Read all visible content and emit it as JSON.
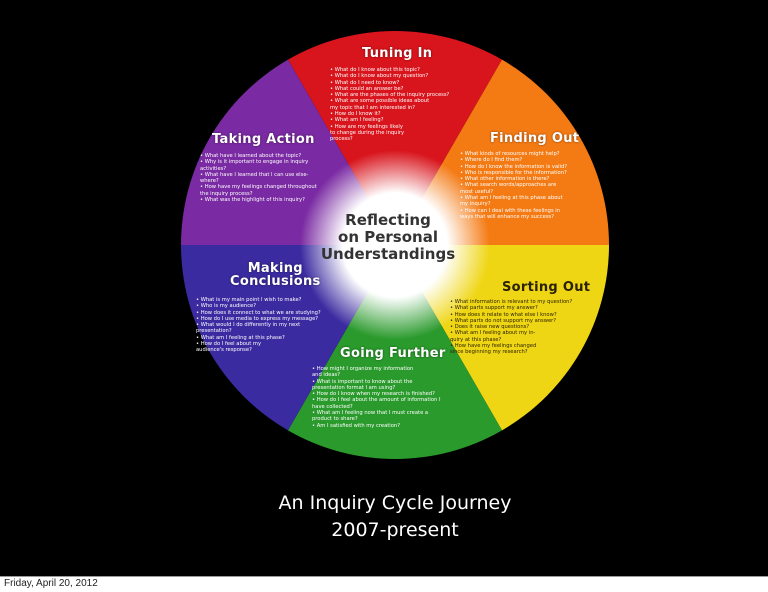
{
  "colors": {
    "tuning": "#d8141c",
    "finding": "#f47a14",
    "sorting": "#efd615",
    "going": "#2a9a2c",
    "making": "#3b2ba0",
    "taking": "#7a2aa2",
    "background": "#000000"
  },
  "center": {
    "line1": "Reflecting",
    "line2": "on Personal",
    "line3": "Understandings"
  },
  "sections": {
    "tuning_in": {
      "title": "Tuning In",
      "lines": [
        "• What do I know about this topic?",
        "• What do I know about my question?",
        "• What do I need to know?",
        "• What could an answer be?",
        "• What are the phases of the inquiry process?",
        "• What are some possible ideas about",
        "my topic that I am interested in?",
        "• How do I know it?",
        "• What am I feeling?",
        "• How are my feelings likely",
        "to change during the inquiry",
        "process?"
      ]
    },
    "finding_out": {
      "title": "Finding Out",
      "lines": [
        "• What kinds of resources might help?",
        "• Where do I find them?",
        "• How do I know the information is valid?",
        "• Who is responsible for the information?",
        "• What other information is there?",
        "• What search words/approaches are",
        "most useful?",
        "• What am I feeling at this phase about",
        "my inquiry?",
        "• How can I deal with these feelings in",
        "ways that will enhance my success?"
      ]
    },
    "sorting_out": {
      "title": "Sorting Out",
      "lines": [
        "• What information is relevant to my question?",
        "• What parts support my answer?",
        "• How does it relate to what else I know?",
        "• What parts do not support my answer?",
        "• Does it raise new questions?",
        "• What am I feeling about my in-",
        "quiry at this phase?",
        "• How have my feelings changed",
        "since beginning my research?"
      ]
    },
    "going_further": {
      "title": "Going Further",
      "lines": [
        "• How might I organize my information",
        "and ideas?",
        "• What is important to know about the",
        "presentation format I am using?",
        "• How do I know when my research is finished?",
        "• How do I feel about the amount of information I",
        "have collected?",
        "• What am I feeling now that I must create a",
        "product to share?",
        "• Am I satisfied with my creation?"
      ]
    },
    "making_conclusions": {
      "title1": "Making",
      "title2": "Conclusions",
      "lines": [
        "• What is my main point I wish to make?",
        "• Who is my audience?",
        "• How does it connect to what we are studying?",
        "• How do I use media to express my message?",
        "• What would I do differently in my next",
        "presentation?",
        "• What am I feeling at this phase?",
        "• How do I feel about my",
        "audience's response?"
      ]
    },
    "taking_action": {
      "title": "Taking Action",
      "lines": [
        "• What have I learned about the topic?",
        "• Why is it important to engage in inquiry",
        "activities?",
        "• What have I learned that I can use else-",
        "where?",
        "• How have my feelings changed throughout",
        "the inquiry process?",
        "• What was the highlight of this inquiry?"
      ]
    }
  },
  "caption": {
    "line1": "An Inquiry Cycle Journey",
    "line2": "2007-present"
  },
  "footer": {
    "date": "Friday, April 20, 2012"
  }
}
